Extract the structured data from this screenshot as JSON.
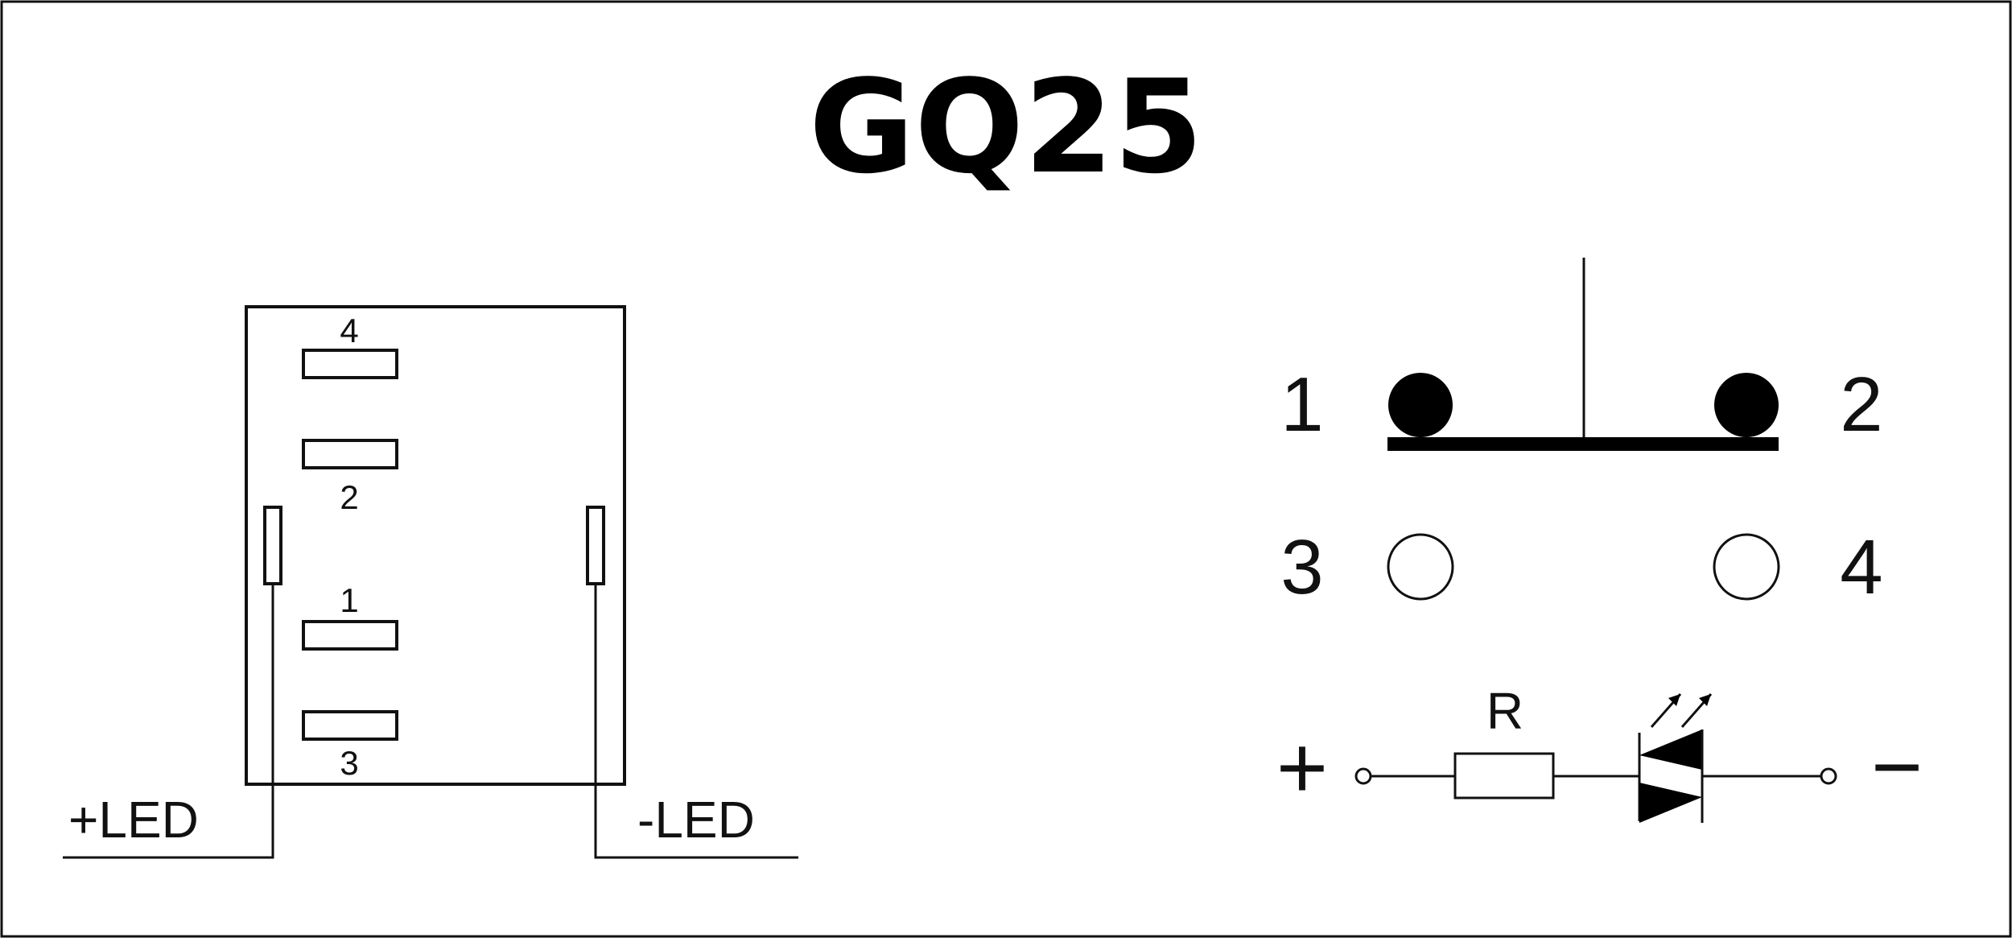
{
  "title": "GQ25",
  "connector": {
    "pin_labels": {
      "p4": "4",
      "p2": "2",
      "p1": "1",
      "p3": "3"
    },
    "led_plus": "+LED",
    "led_minus": "-LED"
  },
  "switch": {
    "labels": {
      "n1": "1",
      "n2": "2",
      "n3": "3",
      "n4": "4"
    }
  },
  "circuit": {
    "plus": "+",
    "minus": "−",
    "resistor_label": "R"
  },
  "colors": {
    "line": "#111111",
    "fill": "#000000",
    "background": "#ffffff"
  }
}
